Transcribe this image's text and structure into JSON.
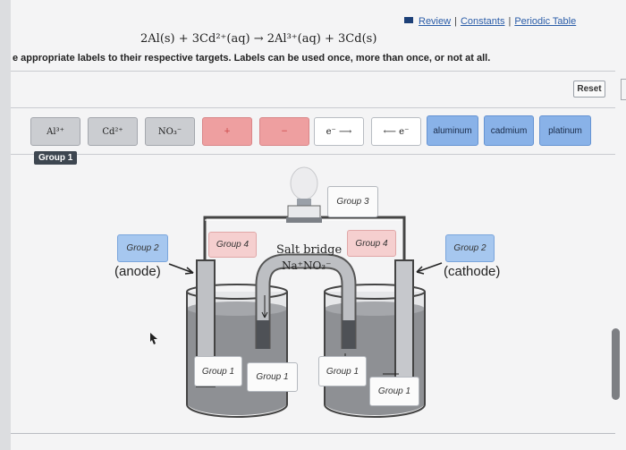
{
  "header": {
    "links": [
      "Review",
      "Constants",
      "Periodic Table"
    ],
    "equation": "2Al(s) + 3Cd²⁺(aq) → 2Al³⁺(aq) + 3Cd(s)",
    "instruction": "e appropriate labels to their respective targets. Labels can be used once, more than once, or not at all.",
    "reset_label": "Reset"
  },
  "label_bank": [
    {
      "text": "Al³⁺",
      "style": "gray"
    },
    {
      "text": "Cd²⁺",
      "style": "gray"
    },
    {
      "text": "NO₃⁻",
      "style": "gray"
    },
    {
      "text": "+",
      "style": "red"
    },
    {
      "text": "−",
      "style": "red"
    },
    {
      "text": "e⁻ ⟶",
      "style": "white"
    },
    {
      "text": "⟵ e⁻",
      "style": "white"
    },
    {
      "text": "aluminum",
      "style": "blue"
    },
    {
      "text": "cadmium",
      "style": "blue"
    },
    {
      "text": "platinum",
      "style": "blue"
    }
  ],
  "group1_label": "Group 1",
  "diagram": {
    "anode_label": "(anode)",
    "cathode_label": "(cathode)",
    "salt_bridge_title": "Salt bridge",
    "salt_bridge_formula": "Na⁺NO₃⁻",
    "targets": {
      "anode_group": "Group 2",
      "wire_left_group": "Group 4",
      "bulb_group": "Group 3",
      "wire_right_group": "Group 4",
      "cathode_group": "Group 2",
      "left_solution_group": "Group 1",
      "left_bridge_group": "Group 1",
      "right_solution_group": "Group 1",
      "right_bridge_group": "Group 1"
    }
  },
  "colors": {
    "tile_gray": "#cbcdd1",
    "tile_red": "#ee9fa0",
    "tile_blue": "#89b2e8",
    "link_blue": "#2a5ca8",
    "group_dark": "#3d4650"
  }
}
